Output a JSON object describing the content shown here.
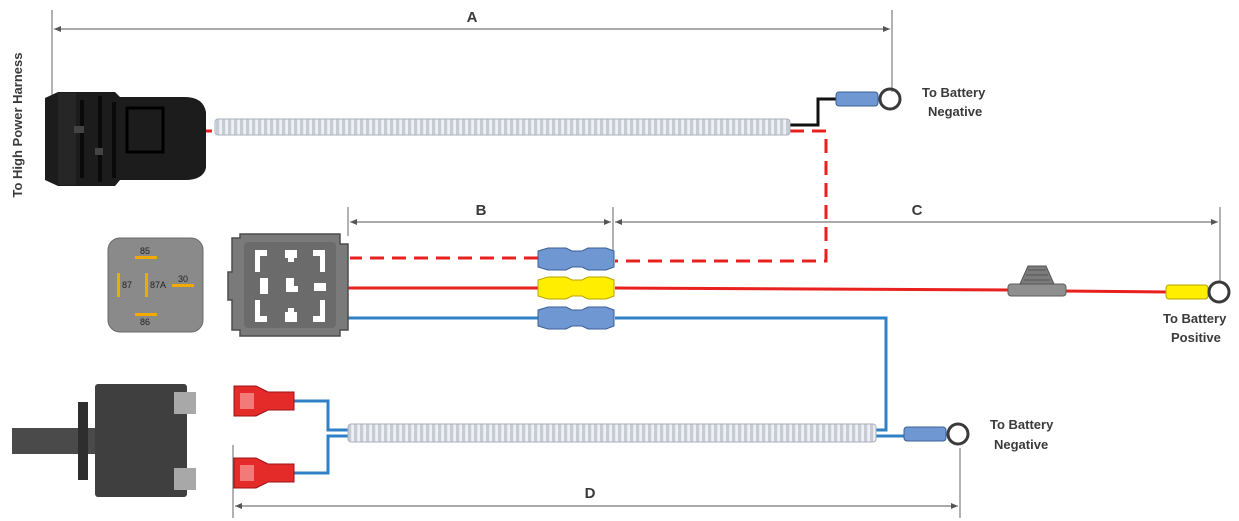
{
  "labels": {
    "dim_a": "A",
    "dim_b": "B",
    "dim_c": "C",
    "dim_d": "D",
    "harness": "To High Power Harness",
    "neg_top_line1": "To Battery",
    "neg_top_line2": "Negative",
    "pos_line1": "To Battery",
    "pos_line2": "Positive",
    "neg_bottom_line1": "To Battery",
    "neg_bottom_line2": "Negative"
  },
  "relay_pins": {
    "p85": "85",
    "p87": "87",
    "p87a": "87A",
    "p30": "30",
    "p86": "86"
  },
  "colors": {
    "wire_red": "#e8211f",
    "wire_blue": "#2f80c6",
    "wire_black": "#111111",
    "terminal_blue": "#6f97d2",
    "terminal_yellow": "#ffee00",
    "spade_red": "#e52a2a",
    "loom": "#d9dde3",
    "connector_black": "#1c1c1c",
    "relay_grey": "#8a8a8a",
    "relay_pin": "#f2a900",
    "switch_dark": "#3f3f3f",
    "dim_line": "#555555"
  }
}
